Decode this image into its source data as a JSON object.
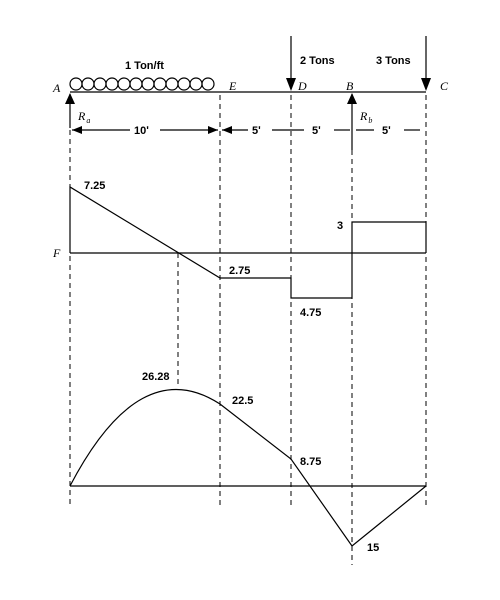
{
  "beam": {
    "distributed_load_label": "1 Ton/ft",
    "load_d_label": "2 Tons",
    "load_c_label": "3 Tons",
    "point_a": "A",
    "point_e": "E",
    "point_d": "D",
    "point_b": "B",
    "point_c": "C",
    "reaction_a_main": "R",
    "reaction_a_sub": "a",
    "reaction_b_main": "R",
    "reaction_b_sub": "b",
    "dim_ae": "10ʹ",
    "dim_ed": "5ʹ",
    "dim_db": "5ʹ",
    "dim_bc": "5ʹ"
  },
  "shear": {
    "axis_label": "F",
    "positions_ft": [
      0,
      10,
      15,
      20,
      25
    ],
    "value_a": "7.25",
    "value_e": "2.75",
    "value_d": "4.75",
    "value_b": "3"
  },
  "moment": {
    "value_peak": "26.28",
    "value_e": "22.5",
    "value_d": "8.75",
    "value_b": "15"
  }
}
